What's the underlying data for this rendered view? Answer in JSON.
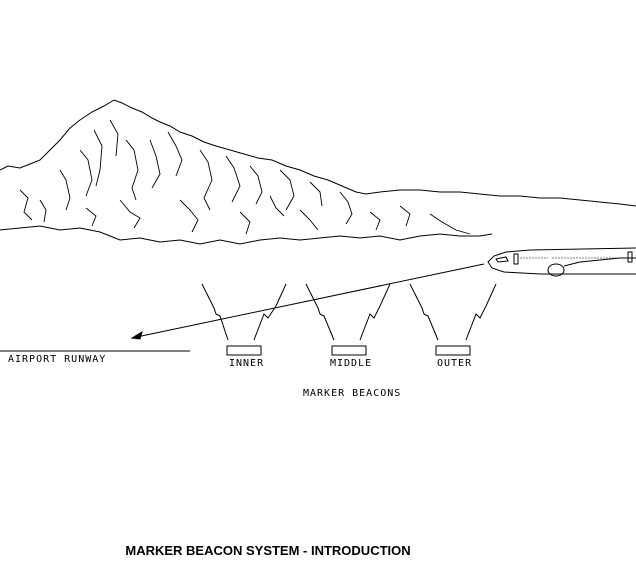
{
  "runway_label": "AIRPORT RUNWAY",
  "beacons": [
    {
      "name": "INNER"
    },
    {
      "name": "MIDDLE"
    },
    {
      "name": "OUTER"
    }
  ],
  "beacons_group_label": "MARKER BEACONS",
  "caption": "MARKER BEACON SYSTEM - INTRODUCTION"
}
